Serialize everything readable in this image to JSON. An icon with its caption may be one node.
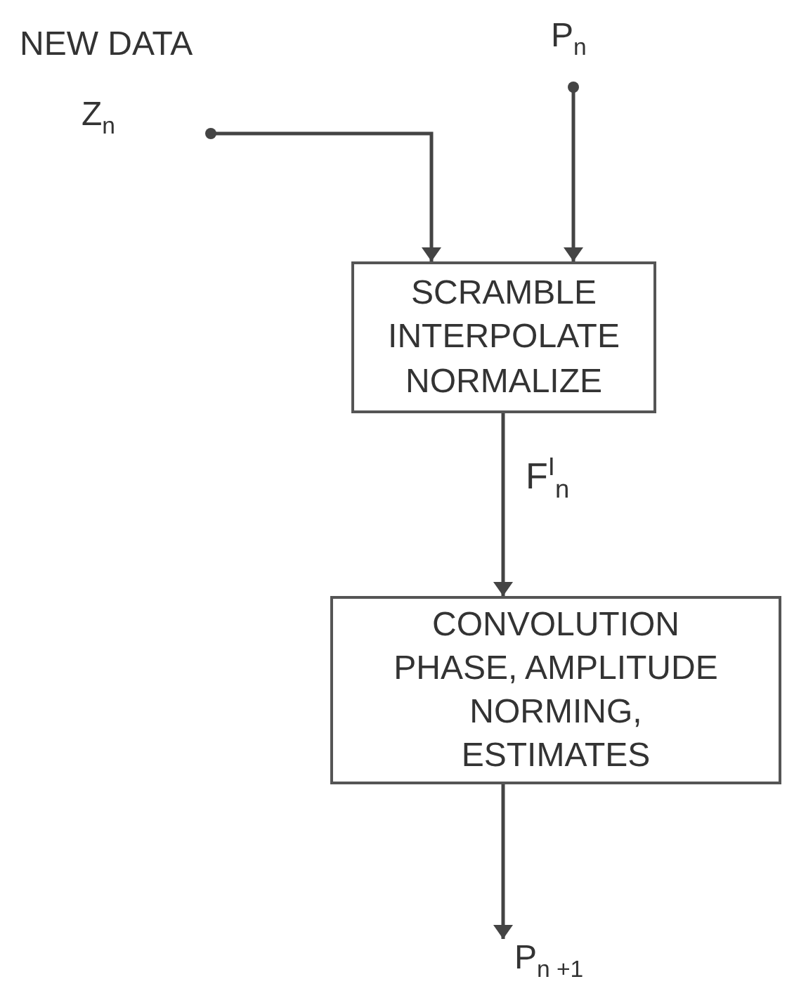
{
  "diagram": {
    "nodes": [
      {
        "text": [
          "NEW DATA",
          "Z$_{n}$"
        ]
      },
      {
        "text": [
          "P$_{n}$"
        ]
      },
      {
        "text": [
          "SCRAMBLE INTERPOLATE NORMALIZE"
        ]
      },
      {
        "text": [
          "CONVOLUTION PHASE, AMPLITUDE NORMING, ESTIMATES"
        ]
      },
      {
        "text": [
          "P$_{n +1}$"
        ]
      }
    ],
    "edges": [
      {
        "from": 0,
        "to": 2,
        "arrow": "to"
      },
      {
        "from": 1,
        "to": 2,
        "arrow": "to"
      },
      {
        "from": 2,
        "to": 3,
        "arrow": "to",
        "label": "F$^{I}$$_{n}$"
      },
      {
        "from": 3,
        "to": 4,
        "arrow": "to"
      }
    ]
  }
}
